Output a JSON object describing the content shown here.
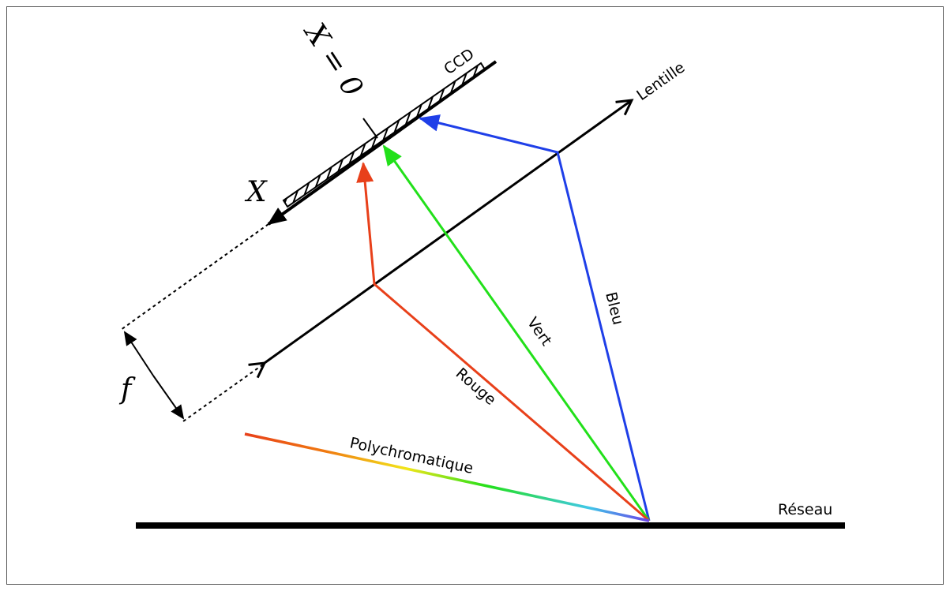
{
  "labels": {
    "ccd": "CCD",
    "x_zero": "X = 0",
    "x_axis": "X",
    "lens": "Lentille",
    "focal": "f",
    "blue": "Bleu",
    "green": "Vert",
    "red": "Rouge",
    "polychromatic": "Polychromatique",
    "grating": "Réseau"
  },
  "colors": {
    "blue": "#1f3fe8",
    "green": "#22e01a",
    "red": "#e8401a"
  }
}
